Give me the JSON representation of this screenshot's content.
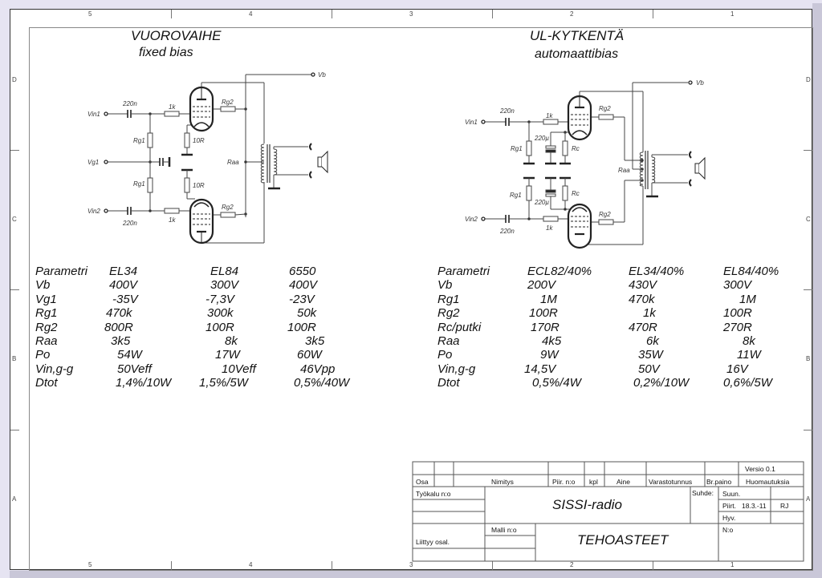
{
  "drawing": {
    "zone_columns": [
      "5",
      "4",
      "3",
      "2",
      "1"
    ],
    "zone_rows": [
      "D",
      "C",
      "B",
      "A"
    ]
  },
  "left_circuit": {
    "title": "VUOROVAIHE",
    "subtitle": "fixed bias",
    "labels": {
      "vb": "Vb",
      "vin1": "Vin1",
      "vin2": "Vin2",
      "vg1": "Vg1",
      "c_in_top": "220n",
      "c_in_bottom": "220n",
      "r_grid_top": "1k",
      "r_grid_bottom": "1k",
      "rg1_top": "Rg1",
      "rg1_bottom": "Rg1",
      "rg2_top": "Rg2",
      "rg2_bottom": "Rg2",
      "rk_top": "10R",
      "rk_bottom": "10R",
      "raa": "Raa"
    }
  },
  "right_circuit": {
    "title": "UL-KYTKENTÄ",
    "subtitle": "automaattibias",
    "labels": {
      "vb": "Vb",
      "vin1": "Vin1",
      "vin2": "Vin2",
      "c_in_top": "220n",
      "c_in_bottom": "220n",
      "r_grid_top": "1k",
      "r_grid_bottom": "1k",
      "rg1_top": "Rg1",
      "rg1_bottom": "Rg1",
      "rg2_top": "Rg2",
      "rg2_bottom": "Rg2",
      "ck_top": "220µ",
      "ck_bottom": "220µ",
      "rc_top": "Rc",
      "rc_bottom": "Rc",
      "raa": "Raa"
    }
  },
  "left_table": {
    "header": [
      "Parametri",
      "EL34",
      "EL84",
      "6550"
    ],
    "rows": [
      [
        "Vb",
        "400V",
        "300V",
        "400V"
      ],
      [
        "Vg1",
        "-35V",
        "-7,3V",
        "-23V"
      ],
      [
        "Rg1",
        "470k",
        "300k",
        "50k"
      ],
      [
        "Rg2",
        "800R",
        "100R",
        "100R"
      ],
      [
        "Raa",
        "3k5",
        "8k",
        "3k5"
      ],
      [
        "Po",
        "54W",
        "17W",
        "60W"
      ],
      [
        "Vin,g-g",
        "50Veff",
        "10Veff",
        "46Vpp"
      ],
      [
        "Dtot",
        "1,4%/10W",
        "1,5%/5W",
        "0,5%/40W"
      ]
    ]
  },
  "right_table": {
    "header": [
      "Parametri",
      "ECL82/40%",
      "EL34/40%",
      "EL84/40%"
    ],
    "rows": [
      [
        "Vb",
        "200V",
        "430V",
        "300V"
      ],
      [
        "Rg1",
        "1M",
        "470k",
        "1M"
      ],
      [
        "Rg2",
        "100R",
        "1k",
        "100R"
      ],
      [
        "Rc/putki",
        "170R",
        "470R",
        "270R"
      ],
      [
        "Raa",
        "4k5",
        "6k",
        "8k"
      ],
      [
        "Po",
        "9W",
        "35W",
        "11W"
      ],
      [
        "Vin,g-g",
        "14,5V",
        "50V",
        "16V"
      ],
      [
        "Dtot",
        "0,5%/4W",
        "0,2%/10W",
        "0,6%/5W"
      ]
    ]
  },
  "title_block": {
    "version": "Versio 0.1",
    "osa": "Osa",
    "nimitys": "Nimitys",
    "piir_no": "Piir. n:o",
    "kpl": "kpl",
    "aine": "Aine",
    "varastotunnus": "Varastotunnus",
    "br_paino": "Br.paino",
    "huomautuksia": "Huomautuksia",
    "tyokalu": "Työkalu n:o",
    "project": "SISSI-radio",
    "suhde": "Suhde:",
    "suun": "Suun.",
    "piirt": "Piirt.",
    "date": "18.3.-11",
    "author": "RJ",
    "hyv": "Hyv.",
    "malli": "Malli n:o",
    "drawing_title": "TEHOASTEET",
    "liittyy": "Liittyy osal.",
    "no": "N:o"
  }
}
